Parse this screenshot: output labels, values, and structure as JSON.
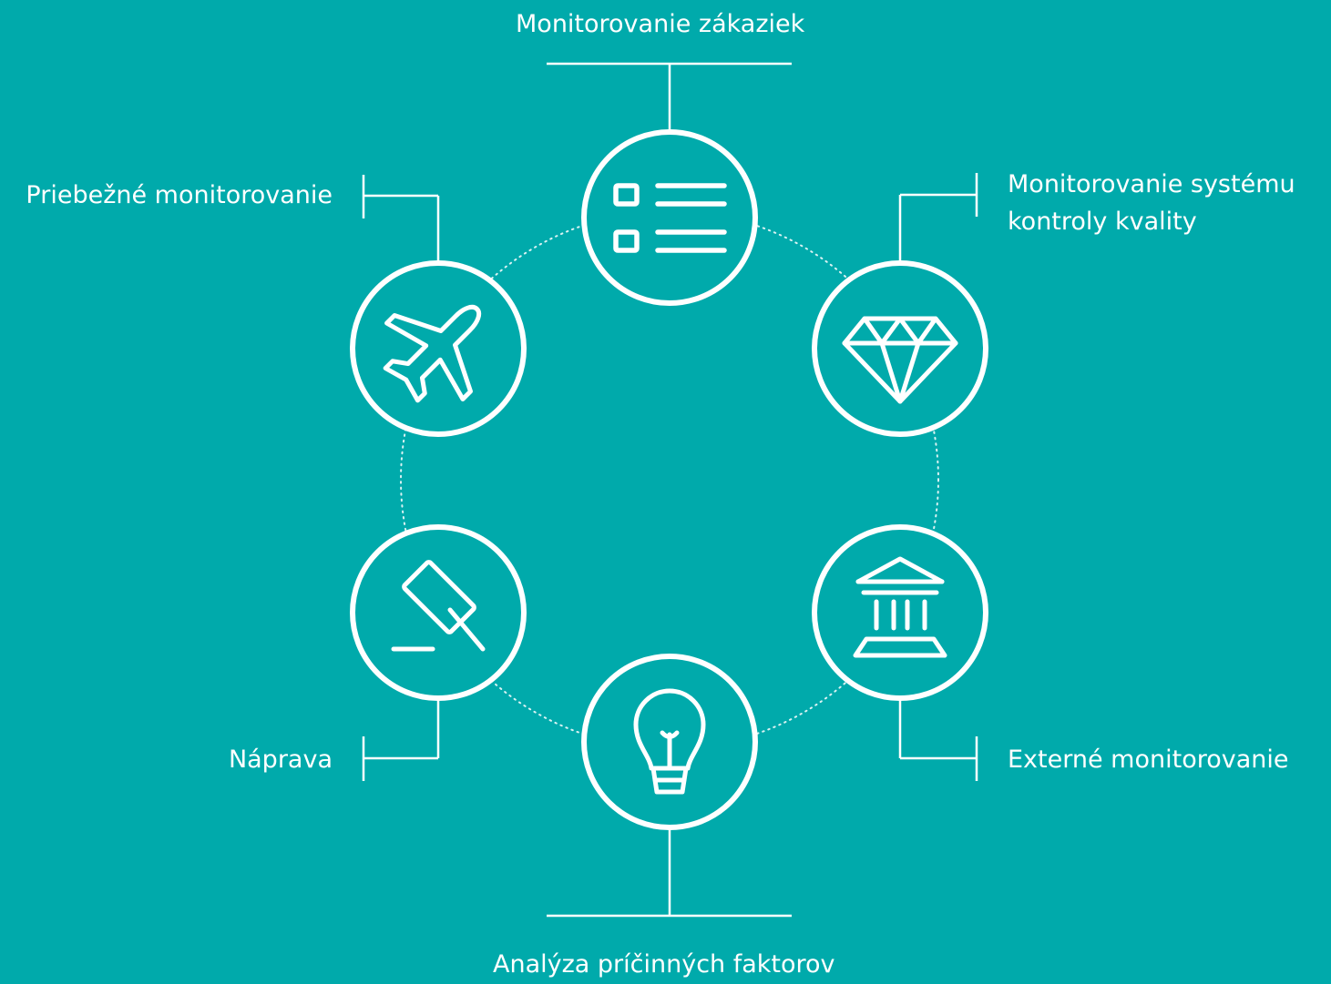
{
  "colors": {
    "background": "#00aaab",
    "foreground": "#ffffff"
  },
  "labels": {
    "customer_monitoring": "Monitorovanie zákaziek",
    "ongoing_monitoring": "Priebežné monitorovanie",
    "quality_system_line1": "Monitorovanie systému",
    "quality_system_line2": "kontroly kvality",
    "external_monitoring": "Externé monitorovanie",
    "remediation": "Náprava",
    "root_cause_analysis": "Analýza príčinných faktorov"
  },
  "nodes": [
    {
      "id": "customer_monitoring",
      "icon": "checklist-icon"
    },
    {
      "id": "quality_system",
      "icon": "diamond-icon"
    },
    {
      "id": "external_monitoring",
      "icon": "bank-building-icon"
    },
    {
      "id": "root_cause_analysis",
      "icon": "lightbulb-icon"
    },
    {
      "id": "remediation",
      "icon": "gavel-icon"
    },
    {
      "id": "ongoing_monitoring",
      "icon": "airplane-icon"
    }
  ]
}
